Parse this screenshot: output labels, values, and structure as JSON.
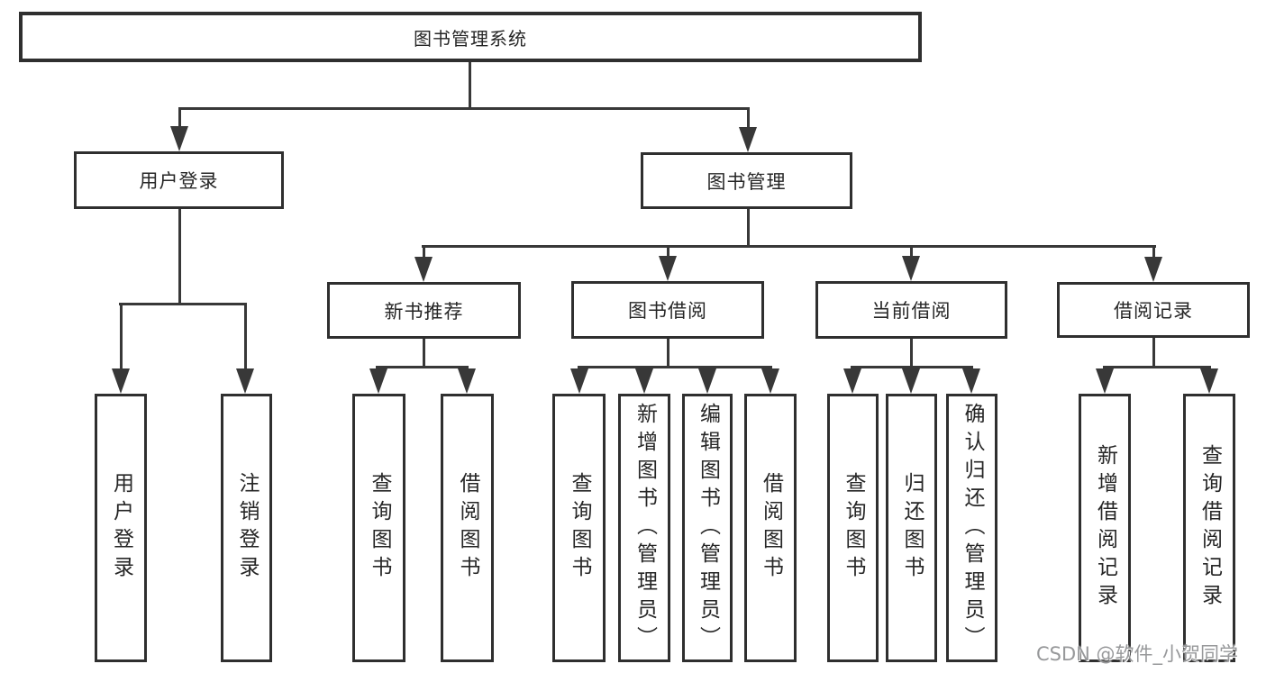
{
  "diagram_type": "hierarchy-tree",
  "nodes": {
    "root": "图书管理系统",
    "user_login": "用户登录",
    "book_mgmt": "图书管理",
    "new_books": "新书推荐",
    "book_borrow": "图书借阅",
    "current_borrow": "当前借阅",
    "borrow_records": "借阅记录",
    "ul_login": "用户登录",
    "ul_logout": "注销登录",
    "nb_query": "查询图书",
    "nb_borrow": "借阅图书",
    "bb_query": "查询图书",
    "bb_add": "新增图书（管理员）",
    "bb_edit": "编辑图书（管理员）",
    "bb_borrow": "借阅图书",
    "cb_query": "查询图书",
    "cb_return": "归还图书",
    "cb_confirm": "确认归还（管理员）",
    "br_add": "新增借阅记录",
    "br_query": "查询借阅记录"
  },
  "hierarchy": {
    "图书管理系统": {
      "用户登录": [
        "用户登录",
        "注销登录"
      ],
      "图书管理": {
        "新书推荐": [
          "查询图书",
          "借阅图书"
        ],
        "图书借阅": [
          "查询图书",
          "新增图书（管理员）",
          "编辑图书（管理员）",
          "借阅图书"
        ],
        "当前借阅": [
          "查询图书",
          "归还图书",
          "确认归还（管理员）"
        ],
        "借阅记录": [
          "新增借阅记录",
          "查询借阅记录"
        ]
      }
    }
  },
  "watermark": "CSDN @软件_小贺同学",
  "colors": {
    "background": "#ffffff",
    "box_border": "#2f2f2f",
    "line": "#383838",
    "text": "#262626",
    "watermark_text": "#97989a"
  }
}
